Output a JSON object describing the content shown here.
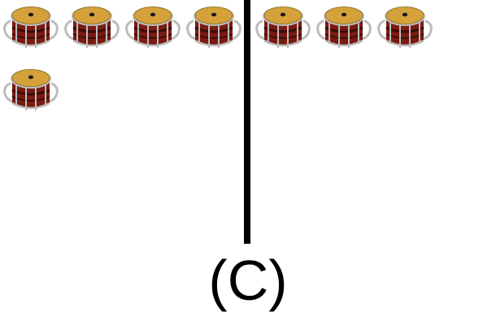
{
  "figure": {
    "label": "(C)",
    "left_group": {
      "object": "drum-icon",
      "count": 5
    },
    "right_group": {
      "object": "drum-icon",
      "count": 3
    }
  },
  "colors": {
    "drum_head": "#d4a13a",
    "drum_shell": "#7a1b12",
    "drum_stripe": "#3a0c08",
    "drum_hardware": "#bdbdbd",
    "divider": "#000000",
    "caption": "#000000"
  }
}
